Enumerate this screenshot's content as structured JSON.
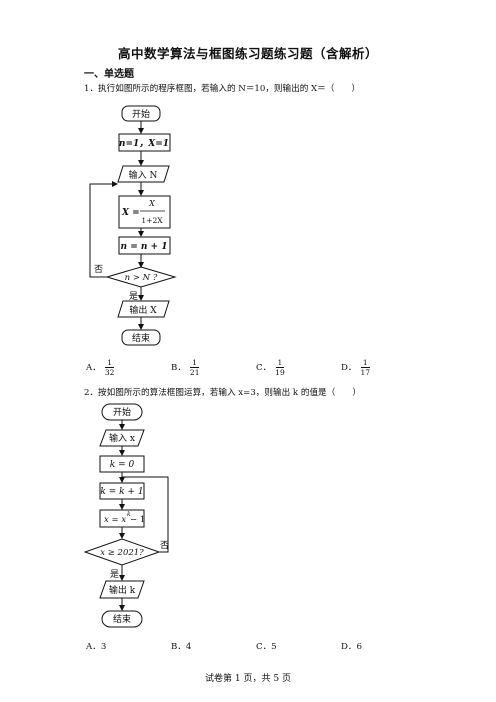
{
  "document": {
    "title": "高中数学算法与框图练习题练习题（含解析）",
    "section": "一、单选题",
    "footer": "试卷第 1 页，共 5 页"
  },
  "q1": {
    "text": "1．执行如图所示的程序框图，若输入的 N＝10，则输出的 X＝（　　）",
    "flow": {
      "start": "开始",
      "init": "n=1，X=1",
      "input": "输入 N",
      "assign_lhs": "X =",
      "assign_num": "X",
      "assign_den": "1+2X",
      "increment": "n = n + 1",
      "condition": "n > N ?",
      "no": "否",
      "yes": "是",
      "output": "输出 X",
      "end": "结束"
    },
    "options": [
      {
        "label": "A．",
        "num": "1",
        "den": "32"
      },
      {
        "label": "B．",
        "num": "1",
        "den": "21"
      },
      {
        "label": "C．",
        "num": "1",
        "den": "19"
      },
      {
        "label": "D．",
        "num": "1",
        "den": "17"
      }
    ]
  },
  "q2": {
    "text": "2．按如图所示的算法框图运算，若输入 x=3，则输出 k 的值是（　　）",
    "flow": {
      "start": "开始",
      "input": "输入 x",
      "init": "k = 0",
      "increment": "k = k + 1",
      "update_lhs": "x = x",
      "update_exp": "k",
      "update_rhs": " − 1",
      "condition": "x ≥ 2021?",
      "no": "否",
      "yes": "是",
      "output": "输出 k",
      "end": "结束"
    },
    "options": [
      {
        "label": "A．",
        "value": "3"
      },
      {
        "label": "B．",
        "value": "4"
      },
      {
        "label": "C．",
        "value": "5"
      },
      {
        "label": "D．",
        "value": "6"
      }
    ]
  }
}
